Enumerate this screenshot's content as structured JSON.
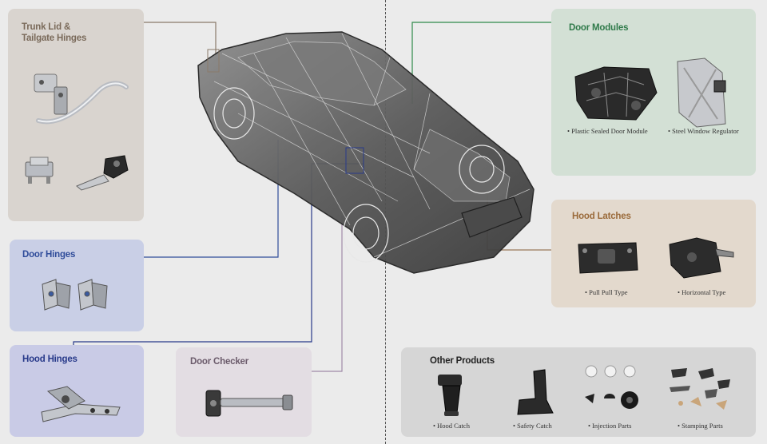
{
  "colors": {
    "background": "#ebebeb",
    "trunk_panel": "#d9d4cf",
    "door_hinges_panel": "#c9cfe6",
    "hood_hinges_panel": "#c9cbe6",
    "door_checker_panel": "#e3dde3",
    "door_modules_panel": "#d3e0d5",
    "hood_latches_panel": "#e3d9cd",
    "other_products_panel": "#d6d6d6",
    "trunk_title": "#7a6a5a",
    "door_hinges_title": "#2f4c9a",
    "hood_hinges_title": "#283a8a",
    "door_checker_title": "#6b5b6b",
    "door_modules_title": "#2f7a4a",
    "hood_latches_title": "#9a6a3a",
    "other_title": "#222222",
    "line_trunk": "#8a7a6a",
    "line_door_hinges": "#2f4c9a",
    "line_hood_hinges": "#283a8a",
    "line_door_checker": "#a08aa8",
    "line_door_modules": "#2f8a4a",
    "line_hood_latches": "#9a7a5a"
  },
  "panels": {
    "trunk": {
      "title_line1": "Trunk Lid &",
      "title_line2": "Tailgate Hinges"
    },
    "door_hinges": {
      "title": "Door Hinges"
    },
    "hood_hinges": {
      "title": "Hood Hinges"
    },
    "door_checker": {
      "title": "Door Checker"
    },
    "door_modules": {
      "title": "Door Modules",
      "items": [
        "• Plastic Sealed Door Module",
        "• Steel Window Regulator"
      ]
    },
    "hood_latches": {
      "title": "Hood Latches",
      "items": [
        "• Pull Pull Type",
        "• Horizontal Type"
      ]
    },
    "other_products": {
      "title": "Other Products",
      "items": [
        "• Hood Catch",
        "• Safety Catch",
        "• Injection Parts",
        "• Stamping Parts"
      ]
    }
  },
  "icons": {
    "car": "car-wireframe-icon",
    "trunk_hinge": "gooseneck-hinge-icon",
    "door_hinge": "door-hinge-icon",
    "hood_hinge": "hood-hinge-icon",
    "door_checker": "door-checker-icon",
    "door_module": "door-module-icon",
    "window_regulator": "window-regulator-icon",
    "latch": "hood-latch-icon"
  }
}
